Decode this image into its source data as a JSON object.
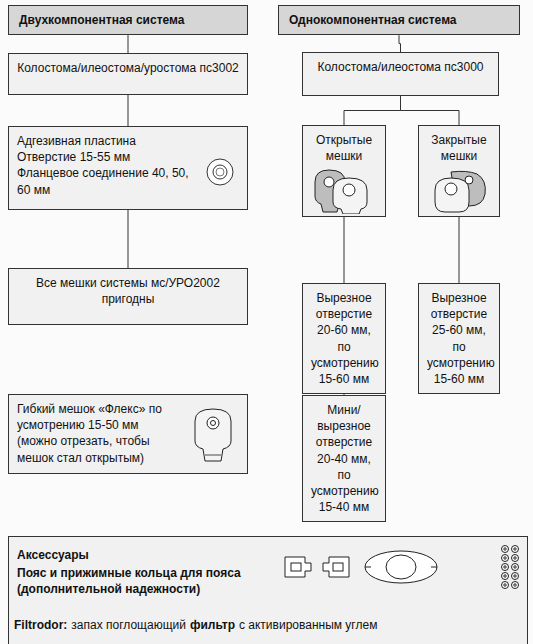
{
  "diagram": {
    "nodes": [
      {
        "text": [
          "Двухкомпонентная система"
        ]
      },
      {
        "text": [
          "Однокомпонентная система"
        ]
      },
      {
        "text": [
          "Колостома/илеостома/уростома пс3002"
        ]
      },
      {
        "text": [
          "Колостома/илеостома пс3000"
        ]
      },
      {
        "text": [
          "Адгезивная пластина Отверстие 15-55 мм Фланцевое соединение 40, 50, 60 мм"
        ]
      },
      {
        "text": [
          "Открытые мешки"
        ]
      },
      {
        "text": [
          "Закрытые мешки"
        ]
      },
      {
        "text": [
          "Все мешки системы мс/УРО2002 пригодны"
        ]
      },
      {
        "text": [
          "Вырезное отверстие 20-60 мм, по усмотрению 15-60 мм"
        ]
      },
      {
        "text": [
          "Вырезное отверстие 25-60 мм, по усмотрению 15-60 мм"
        ]
      },
      {
        "text": [
          "Гибкий мешок «Флекс» по усмотрению 15-50 мм (можно отрезать, чтобы мешок стал открытым)"
        ]
      },
      {
        "text": [
          "Мини/вырезное отверстие 20-40 мм, по усмотрению 15-40 мм"
        ]
      },
      {
        "text": [
          "Аксессуары",
          "Пояс и прижимные кольца для пояса (дополнительной надежности)"
        ]
      }
    ],
    "edges": [
      {
        "from": 0,
        "to": 2,
        "arrow": "none"
      },
      {
        "from": 1,
        "to": 3,
        "arrow": "none"
      },
      {
        "from": 2,
        "to": 4,
        "arrow": "none"
      },
      {
        "from": 4,
        "to": 7,
        "arrow": "none"
      },
      {
        "from": 3,
        "to": 5,
        "arrow": "none"
      },
      {
        "from": 3,
        "to": 6,
        "arrow": "none"
      },
      {
        "from": 5,
        "to": 8,
        "arrow": "none"
      },
      {
        "from": 6,
        "to": 9,
        "arrow": "none"
      },
      {
        "from": 8,
        "to": 11,
        "arrow": "none"
      }
    ],
    "labels": [
      "Filtrodor:",
      "запах поглощающий",
      "фильтр",
      "с активированным углем"
    ]
  }
}
